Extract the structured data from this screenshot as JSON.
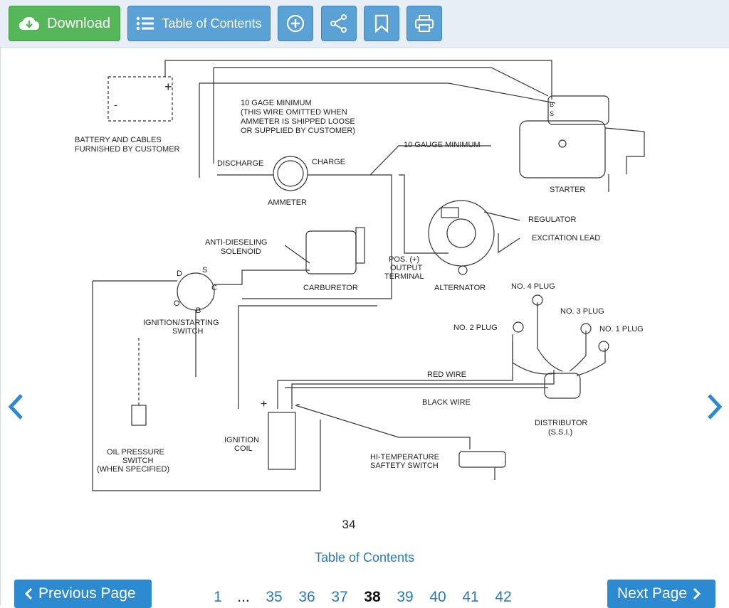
{
  "toolbar": {
    "download_label": "Download",
    "toc_label": "Table of Contents",
    "icons": [
      "cloud-download-icon",
      "list-icon",
      "zoom-in-icon",
      "share-icon",
      "bookmark-icon",
      "print-icon"
    ],
    "colors": {
      "green": "#56b65a",
      "blue": "#5aa1d6"
    }
  },
  "diagram": {
    "labels": {
      "battery": "BATTERY AND CABLES",
      "battery2": "FURNISHED BY CUSTOMER",
      "plus": "+",
      "minus": "-",
      "gage_min1": "10 GAGE MINIMUM",
      "gage_min2": "(THIS WIRE OMITTED WHEN",
      "gage_min3": "AMMETER IS SHIPPED LOOSE",
      "gage_min4": "OR SUPPLIED BY CUSTOMER)",
      "gauge_min": "10 GAUGE MINIMUM",
      "discharge": "DISCHARGE",
      "charge": "CHARGE",
      "ammeter": "AMMETER",
      "starter": "STARTER",
      "starter_b": "B",
      "starter_s": "S",
      "regulator": "REGULATOR",
      "excitation": "EXCITATION LEAD",
      "anti1": "ANTI-DIESELING",
      "anti2": "SOLENOID",
      "carburetor": "CARBURETOR",
      "pos1": "POS. (+)",
      "pos2": "OUTPUT",
      "pos3": "TERMINAL",
      "alternator": "ALTERNATOR",
      "sw_d": "D",
      "sw_s": "S",
      "sw_c": "C",
      "sw_o": "O",
      "sw_b": "B",
      "ign1": "IGNITION/STARTING",
      "ign2": "SWITCH",
      "no4": "NO. 4 PLUG",
      "no3": "NO. 3 PLUG",
      "no2": "NO. 2 PLUG",
      "no1": "NO. 1 PLUG",
      "red": "RED WIRE",
      "black": "BLACK WIRE",
      "dist1": "DISTRIBUTOR",
      "dist2": "(S.S.I.)",
      "coil1": "IGNITION",
      "coil2": "COIL",
      "oil1": "OIL PRESSURE",
      "oil2": "SWITCH",
      "oil3": "(WHEN SPECIFIED)",
      "hi1": "HI-TEMPERATURE",
      "hi2": "SAFTETY SWITCH"
    }
  },
  "page": {
    "number": "34",
    "toc_link": "Table of Contents"
  },
  "pager": {
    "prev_label": "Previous Page",
    "next_label": "Next Page",
    "pages": [
      "1",
      "...",
      "35",
      "36",
      "37",
      "38",
      "39",
      "40",
      "41",
      "42"
    ],
    "current": "38"
  }
}
